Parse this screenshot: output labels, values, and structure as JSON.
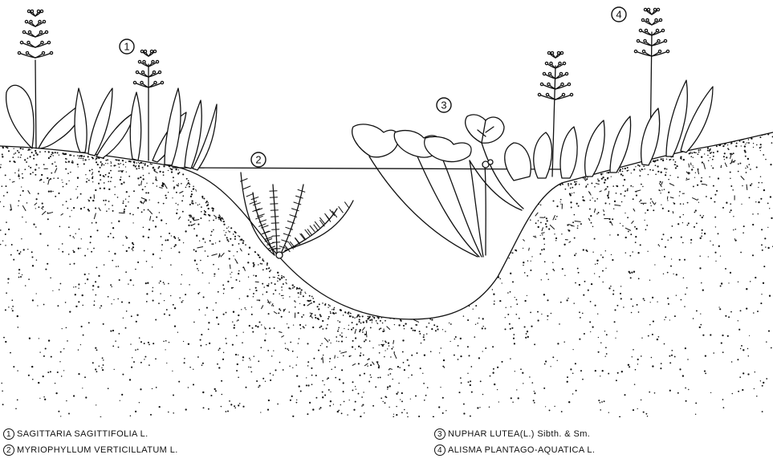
{
  "markers": [
    {
      "id": "marker-1",
      "label": "1"
    },
    {
      "id": "marker-2",
      "label": "2"
    },
    {
      "id": "marker-3",
      "label": "3"
    },
    {
      "id": "marker-4",
      "label": "4"
    }
  ],
  "legend": {
    "left": [
      {
        "num": "1",
        "text": "SAGITTARIA SAGITTIFOLIA L."
      },
      {
        "num": "2",
        "text": "MYRIOPHYLLUM VERTICILLATUM L."
      }
    ],
    "right": [
      {
        "num": "3",
        "text": "NUPHAR LUTEA(L.) Sibth. & Sm."
      },
      {
        "num": "4",
        "text": "ALISMA PLANTAGO-AQUATICA L."
      }
    ]
  }
}
